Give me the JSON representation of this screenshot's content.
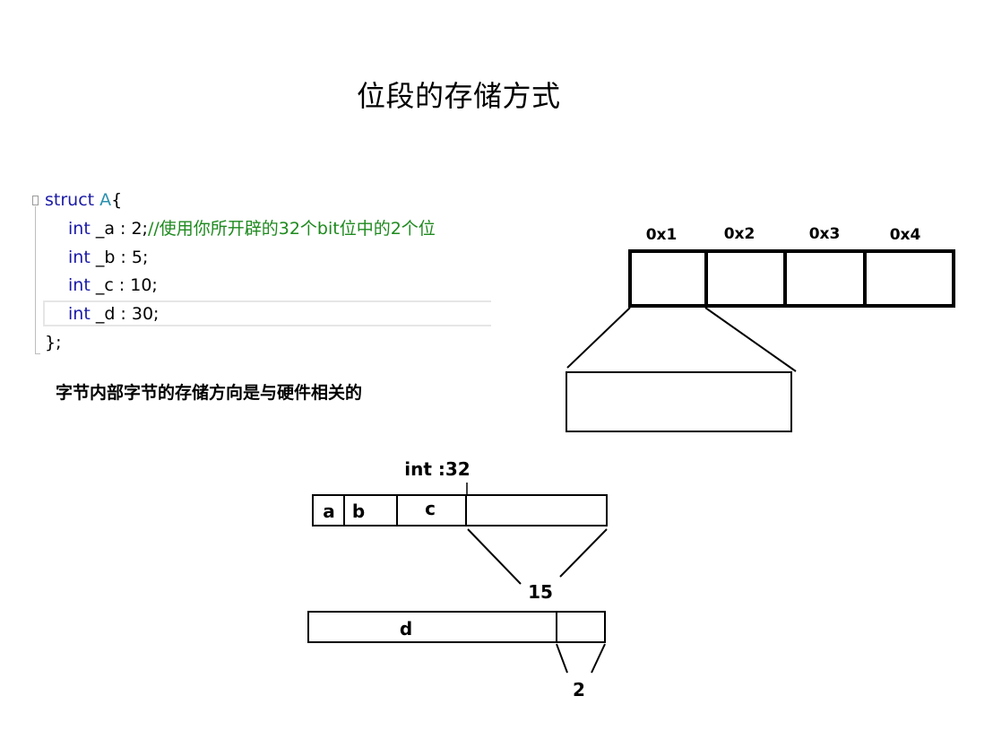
{
  "title": "位段的存储方式",
  "code": {
    "struct_keyword": "struct",
    "struct_name": "A",
    "open_brace": "{",
    "lines": [
      {
        "type": "int",
        "rest": " _a : 2;",
        "comment": "//使用你所开辟的32个bit位中的2个位"
      },
      {
        "type": "int",
        "rest": " _b : 5;",
        "comment": ""
      },
      {
        "type": "int",
        "rest": " _c : 10;",
        "comment": ""
      },
      {
        "type": "int",
        "rest": " _d : 30;",
        "comment": ""
      }
    ],
    "close": "};"
  },
  "note": "字节内部字节的存储方向是与硬件相关的",
  "bytes": {
    "addresses": [
      "0x1",
      "0x2",
      "0x3",
      "0x4"
    ]
  },
  "int_block": {
    "label": "int :32",
    "fields": [
      "a",
      "b",
      "c"
    ],
    "remaining_label": "15"
  },
  "d_block": {
    "field": "d",
    "remaining_label": "2"
  }
}
